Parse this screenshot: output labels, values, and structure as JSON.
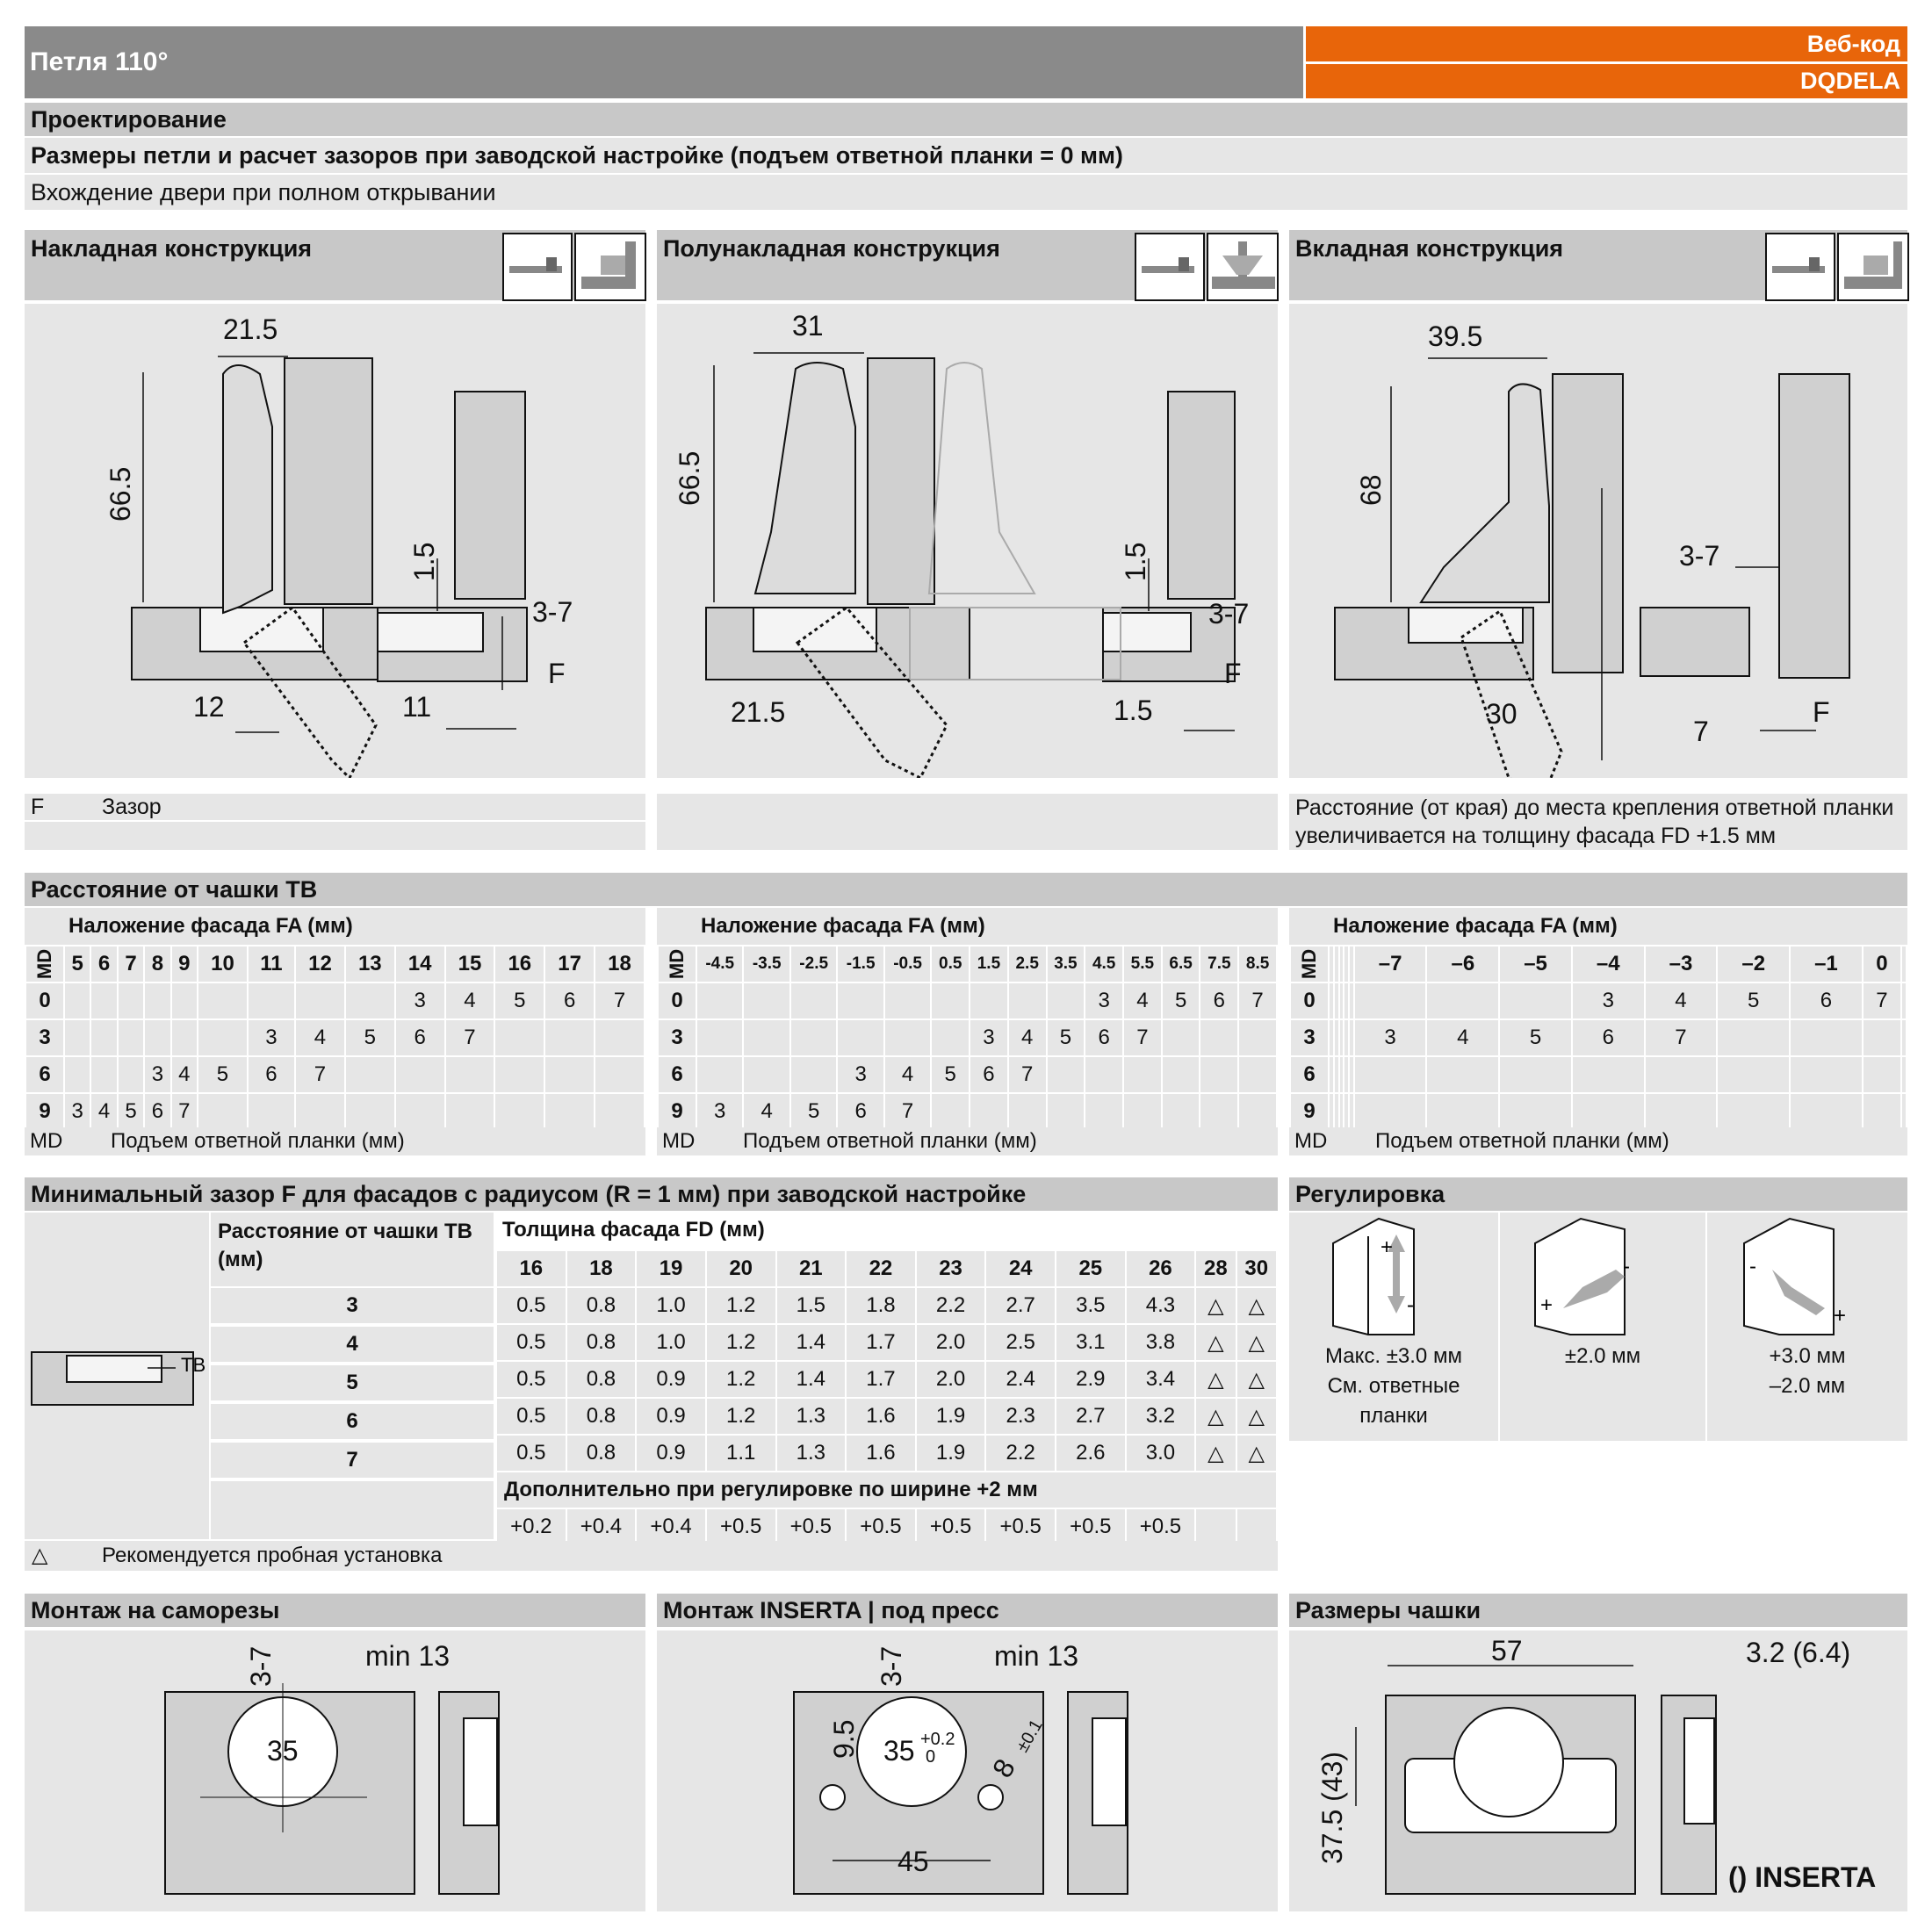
{
  "header": {
    "title": "Петля 110°",
    "web_code_label": "Веб-код",
    "web_code": "DQDELA"
  },
  "section_design": {
    "title": "Проектирование",
    "subtitle": "Размеры петли и расчет зазоров при заводской настройке (подъем ответной планки = 0 мм)",
    "note": "Вхождение двери при полном открывании"
  },
  "constructions": [
    {
      "title": "Накладная конструкция",
      "dims": [
        "21.5",
        "66.5",
        "1.5",
        "3-7",
        "F",
        "12",
        "11"
      ],
      "legend_key": "F",
      "legend_text": "Зазор"
    },
    {
      "title": "Полунакладная конструкция",
      "dims": [
        "31",
        "66.5",
        "1.5",
        "3-7",
        "F",
        "21.5",
        "1.5"
      ]
    },
    {
      "title": "Вкладная конструкция",
      "dims": [
        "39.5",
        "68",
        "3-7",
        "30",
        "7",
        "F"
      ],
      "note": "Расстояние (от края) до места крепления ответной планки увеличивается на толщину фасада FD +1.5 мм"
    }
  ],
  "tb_section": {
    "title": "Расстояние от чашки TB",
    "overlay_label": "Наложение фасада FA (мм)",
    "md_label": "MD",
    "md_footer_key": "MD",
    "md_footer_text": "Подъем ответной планки (мм)",
    "tables": [
      {
        "columns": [
          "5",
          "6",
          "7",
          "8",
          "9",
          "10",
          "11",
          "12",
          "13",
          "14",
          "15",
          "16",
          "17",
          "18"
        ],
        "rows": [
          {
            "md": "0",
            "cells": [
              "",
              "",
              "",
              "",
              "",
              "",
              "",
              "",
              "",
              "3",
              "4",
              "5",
              "6",
              "7"
            ]
          },
          {
            "md": "3",
            "cells": [
              "",
              "",
              "",
              "",
              "",
              "",
              "3",
              "4",
              "5",
              "6",
              "7",
              "",
              "",
              ""
            ]
          },
          {
            "md": "6",
            "cells": [
              "",
              "",
              "",
              "3",
              "4",
              "5",
              "6",
              "7",
              "",
              "",
              "",
              "",
              "",
              ""
            ]
          },
          {
            "md": "9",
            "cells": [
              "3",
              "4",
              "5",
              "6",
              "7",
              "",
              "",
              "",
              "",
              "",
              "",
              "",
              "",
              ""
            ]
          }
        ]
      },
      {
        "columns": [
          "-4.5",
          "-3.5",
          "-2.5",
          "-1.5",
          "-0.5",
          "0.5",
          "1.5",
          "2.5",
          "3.5",
          "4.5",
          "5.5",
          "6.5",
          "7.5",
          "8.5"
        ],
        "rows": [
          {
            "md": "0",
            "cells": [
              "",
              "",
              "",
              "",
              "",
              "",
              "",
              "",
              "",
              "3",
              "4",
              "5",
              "6",
              "7"
            ]
          },
          {
            "md": "3",
            "cells": [
              "",
              "",
              "",
              "",
              "",
              "",
              "3",
              "4",
              "5",
              "6",
              "7",
              "",
              "",
              ""
            ]
          },
          {
            "md": "6",
            "cells": [
              "",
              "",
              "",
              "3",
              "4",
              "5",
              "6",
              "7",
              "",
              "",
              "",
              "",
              "",
              ""
            ]
          },
          {
            "md": "9",
            "cells": [
              "3",
              "4",
              "5",
              "6",
              "7",
              "",
              "",
              "",
              "",
              "",
              "",
              "",
              "",
              ""
            ]
          }
        ]
      },
      {
        "columns": [
          "",
          "",
          "",
          "",
          "",
          "–7",
          "–6",
          "–5",
          "–4",
          "–3",
          "–2",
          "–1",
          "0",
          ""
        ],
        "rows": [
          {
            "md": "0",
            "cells": [
              "",
              "",
              "",
              "",
              "",
              "",
              "",
              "",
              "3",
              "4",
              "5",
              "6",
              "7",
              ""
            ]
          },
          {
            "md": "3",
            "cells": [
              "",
              "",
              "",
              "",
              "",
              "3",
              "4",
              "5",
              "6",
              "7",
              "",
              "",
              "",
              ""
            ]
          },
          {
            "md": "6",
            "cells": [
              "",
              "",
              "",
              "",
              "",
              "",
              "",
              "",
              "",
              "",
              "",
              "",
              "",
              ""
            ]
          },
          {
            "md": "9",
            "cells": [
              "",
              "",
              "",
              "",
              "",
              "",
              "",
              "",
              "",
              "",
              "",
              "",
              "",
              ""
            ]
          }
        ]
      }
    ]
  },
  "min_gap": {
    "title": "Минимальный зазор F для фасадов с радиусом (R = 1 мм) при заводской настройке",
    "tb_label": "Расстояние от чашки TB (мм)",
    "fd_label": "Толщина фасада FD (мм)",
    "diagram_label": "TB",
    "columns": [
      "16",
      "18",
      "19",
      "20",
      "21",
      "22",
      "23",
      "24",
      "25",
      "26",
      "28",
      "30"
    ],
    "rows": [
      {
        "tb": "3",
        "cells": [
          "0.5",
          "0.8",
          "1.0",
          "1.2",
          "1.5",
          "1.8",
          "2.2",
          "2.7",
          "3.5",
          "4.3",
          "△",
          "△"
        ]
      },
      {
        "tb": "4",
        "cells": [
          "0.5",
          "0.8",
          "1.0",
          "1.2",
          "1.4",
          "1.7",
          "2.0",
          "2.5",
          "3.1",
          "3.8",
          "△",
          "△"
        ]
      },
      {
        "tb": "5",
        "cells": [
          "0.5",
          "0.8",
          "0.9",
          "1.2",
          "1.4",
          "1.7",
          "2.0",
          "2.4",
          "2.9",
          "3.4",
          "△",
          "△"
        ]
      },
      {
        "tb": "6",
        "cells": [
          "0.5",
          "0.8",
          "0.9",
          "1.2",
          "1.3",
          "1.6",
          "1.9",
          "2.3",
          "2.7",
          "3.2",
          "△",
          "△"
        ]
      },
      {
        "tb": "7",
        "cells": [
          "0.5",
          "0.8",
          "0.9",
          "1.1",
          "1.3",
          "1.6",
          "1.9",
          "2.2",
          "2.6",
          "3.0",
          "△",
          "△"
        ]
      }
    ],
    "extra_label": "Дополнительно при регулировке по ширине +2 мм",
    "extra_values": [
      "+0.2",
      "+0.4",
      "+0.4",
      "+0.5",
      "+0.5",
      "+0.5",
      "+0.5",
      "+0.5",
      "+0.5",
      "+0.5",
      "",
      ""
    ],
    "footnote_symbol": "△",
    "footnote_text": "Рекомендуется пробная установка"
  },
  "adjustment": {
    "title": "Регулировка",
    "items": [
      {
        "lines": [
          "Макс. ±3.0 мм",
          "См. ответные",
          "планки"
        ]
      },
      {
        "lines": [
          "±2.0 мм"
        ]
      },
      {
        "lines": [
          "+3.0 мм",
          "–2.0 мм"
        ]
      }
    ]
  },
  "mounting": [
    {
      "title": "Монтаж на саморезы",
      "dims": [
        "3-7",
        "min 13",
        "35"
      ]
    },
    {
      "title": "Монтаж INSERTA | под пресс",
      "dims": [
        "3-7",
        "min 13",
        "9.5",
        "35",
        "+0.2",
        "0",
        "8",
        "±0.1",
        "45"
      ]
    },
    {
      "title": "Размеры чашки",
      "dims": [
        "57",
        "3.2 (6.4)",
        "37.5 (43)",
        "() INSERTA"
      ]
    }
  ]
}
